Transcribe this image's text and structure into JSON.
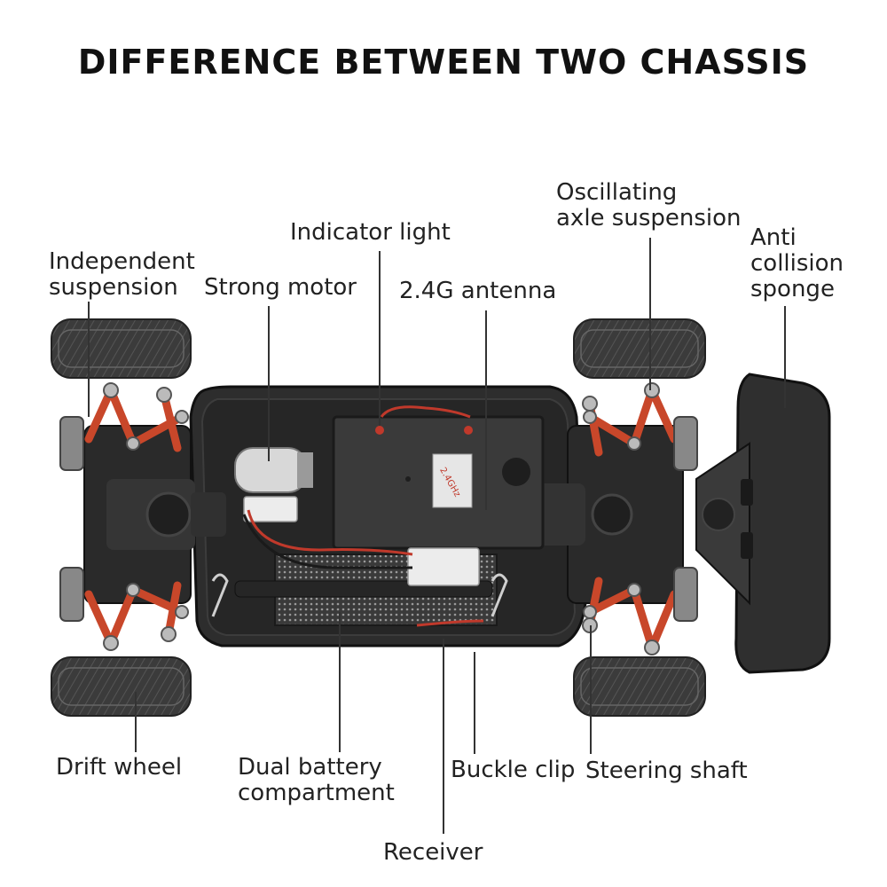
{
  "title": "DIFFERENCE BETWEEN TWO CHASSIS",
  "labels": {
    "independent_suspension": [
      "Independent",
      "suspension"
    ],
    "strong_motor": "Strong motor",
    "indicator_light": "Indicator light",
    "antenna": "2.4G antenna",
    "oscillating_axle": [
      "Oscillating",
      "axle suspension"
    ],
    "anti_collision": [
      "Anti",
      "collision",
      "sponge"
    ],
    "drift_wheel": "Drift wheel",
    "battery": [
      "Dual battery",
      "compartment"
    ],
    "buckle_clip": "Buckle clip",
    "steering_shaft": "Steering shaft",
    "receiver": "Receiver"
  },
  "receiver_box_text": "2.4GHz",
  "colors": {
    "chassis": "#2b2b2b",
    "tire": "#3a3a3a",
    "suspension": "#c8472a",
    "leader_line": "#333333"
  }
}
